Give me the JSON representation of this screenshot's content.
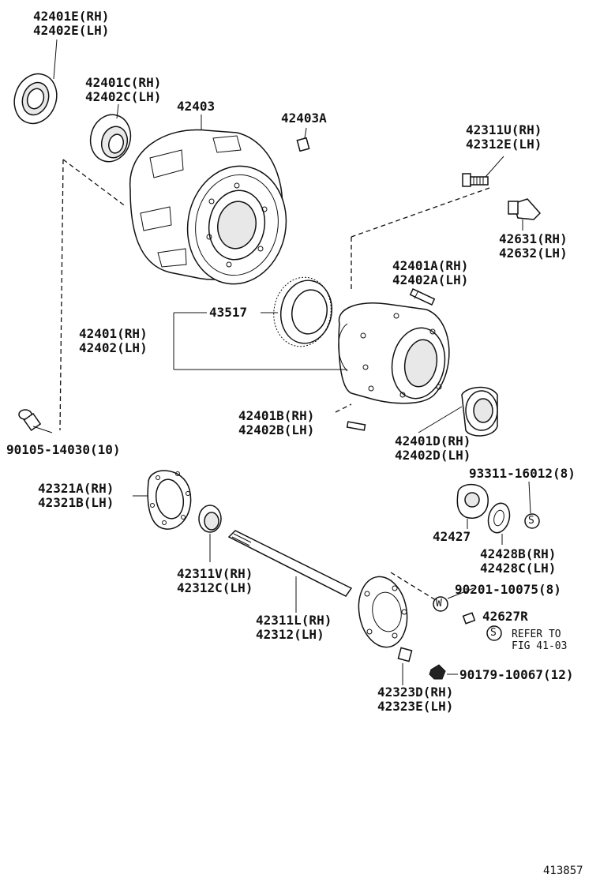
{
  "diagram": {
    "figure_number": "413857",
    "callouts": {
      "oil_seal_outer": [
        "42401E(RH)",
        "42402E(LH)"
      ],
      "bearing_outer": [
        "42401C(RH)",
        "42402C(LH)"
      ],
      "drum": [
        "42403"
      ],
      "drum_plug": [
        "42403A"
      ],
      "hub_bolt_upper": [
        "42311U(RH)",
        "42312E(LH)"
      ],
      "hub_nut_upper": [
        "42631(RH)",
        "42632(LH)"
      ],
      "hub_stud": [
        "42401A(RH)",
        "42402A(LH)"
      ],
      "sensor_rotor": [
        "43517"
      ],
      "hub_assembly": [
        "42401(RH)",
        "42402(LH)"
      ],
      "screw": [
        "90105-14030(10)"
      ],
      "hub_pin": [
        "42401B(RH)",
        "42402B(LH)"
      ],
      "bearing_inner": [
        "42401D(RH)",
        "42402D(LH)"
      ],
      "bolt_93311": [
        "93311-16012(8)"
      ],
      "gasket": [
        "42321A(RH)",
        "42321B(LH)"
      ],
      "retainer": [
        "42427"
      ],
      "shim": [
        "42428B(RH)",
        "42428C(LH)"
      ],
      "oil_seal_inner": [
        "42311V(RH)",
        "42312C(LH)"
      ],
      "washer_90201": [
        "90201-10075(8)"
      ],
      "axle_shaft": [
        "42311L(RH)",
        "42312(LH)"
      ],
      "plug_42627": [
        "42627R"
      ],
      "refer": [
        "REFER TO",
        "FIG 41-03"
      ],
      "nut_90179": [
        "90179-10067(12)"
      ],
      "cone": [
        "42323D(RH)",
        "42323E(LH)"
      ]
    },
    "symbols": {
      "s_marker": "S",
      "w_marker": "W"
    }
  }
}
